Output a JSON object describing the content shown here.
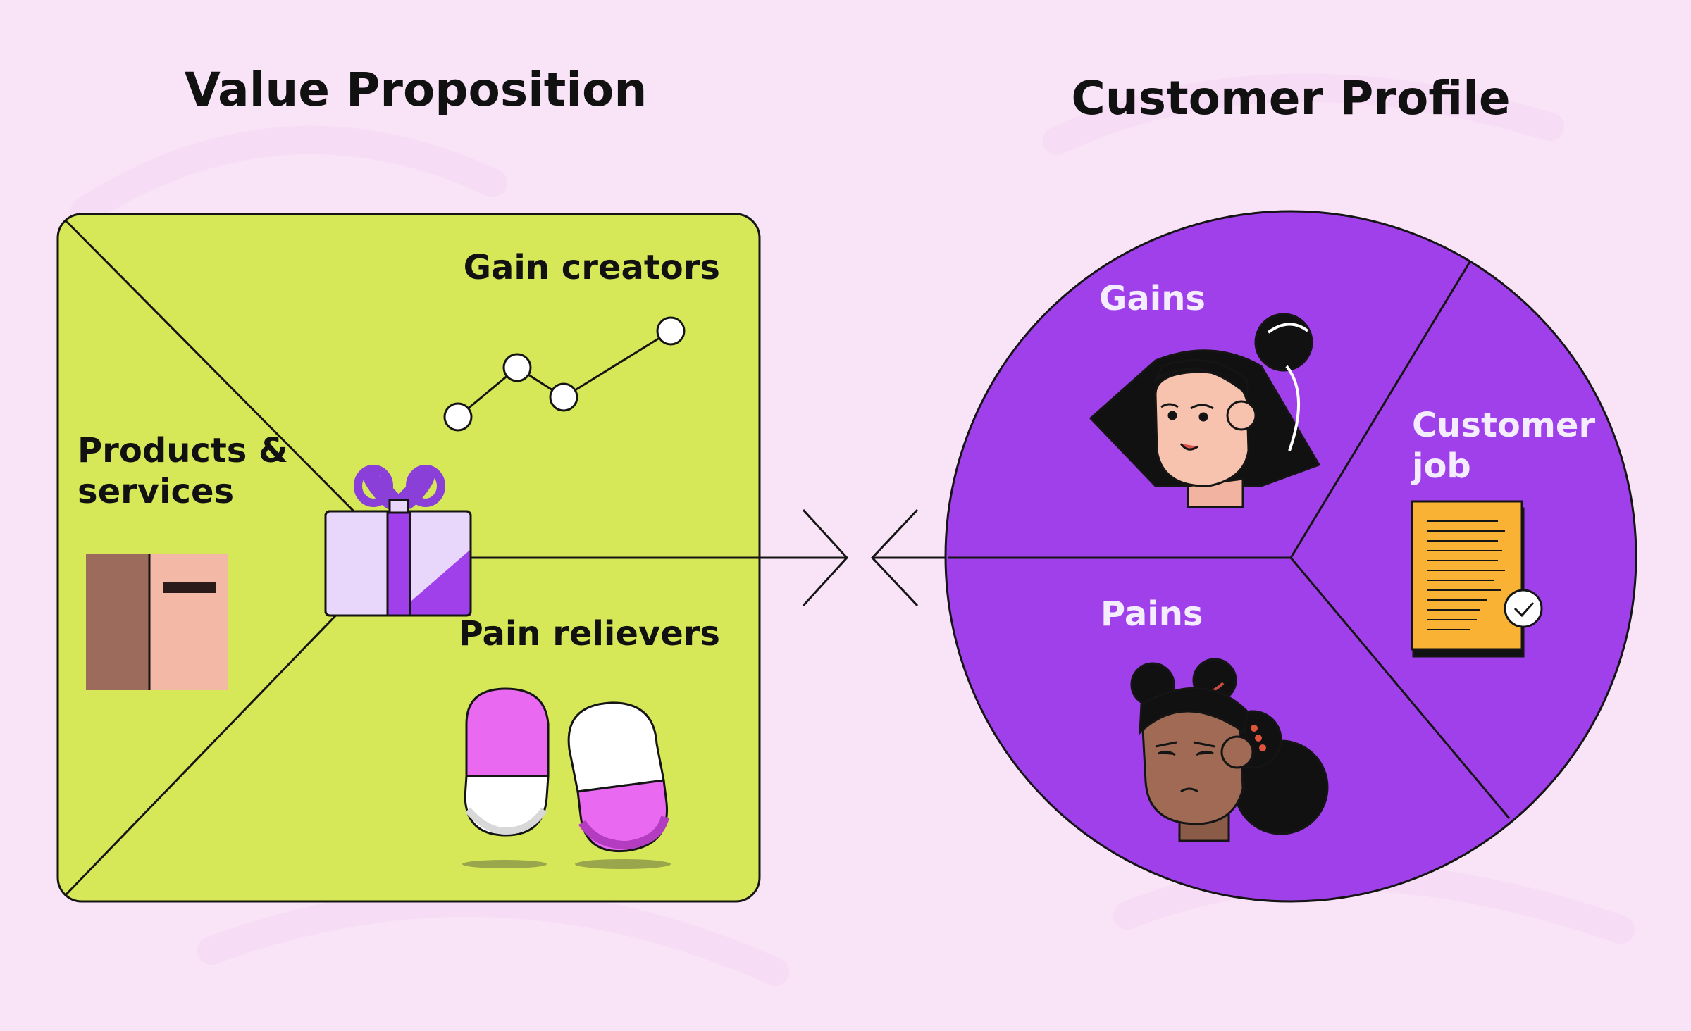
{
  "colors": {
    "background": "#f9e3f7",
    "canvas_fill": "#d6e857",
    "profile_fill": "#a040ea",
    "outline": "#151515",
    "text_dark": "#111111",
    "text_light": "#f4ecff"
  },
  "value_proposition": {
    "title": "Value Proposition",
    "gain_creators": "Gain creators",
    "pain_relievers": "Pain relievers",
    "products_line1": "Products &",
    "products_line2": "services",
    "icons": [
      "line-chart-icon",
      "gift-icon",
      "box-icon",
      "pill-icon",
      "pill-icon"
    ]
  },
  "customer_profile": {
    "title": "Customer Profile",
    "gains": "Gains",
    "pains": "Pains",
    "job_line1": "Customer",
    "job_line2": "job",
    "icons": [
      "happy-face-icon",
      "sad-face-icon",
      "document-check-icon"
    ]
  },
  "connector": {
    "icons": [
      "chevron-right-icon",
      "chevron-left-icon"
    ]
  }
}
